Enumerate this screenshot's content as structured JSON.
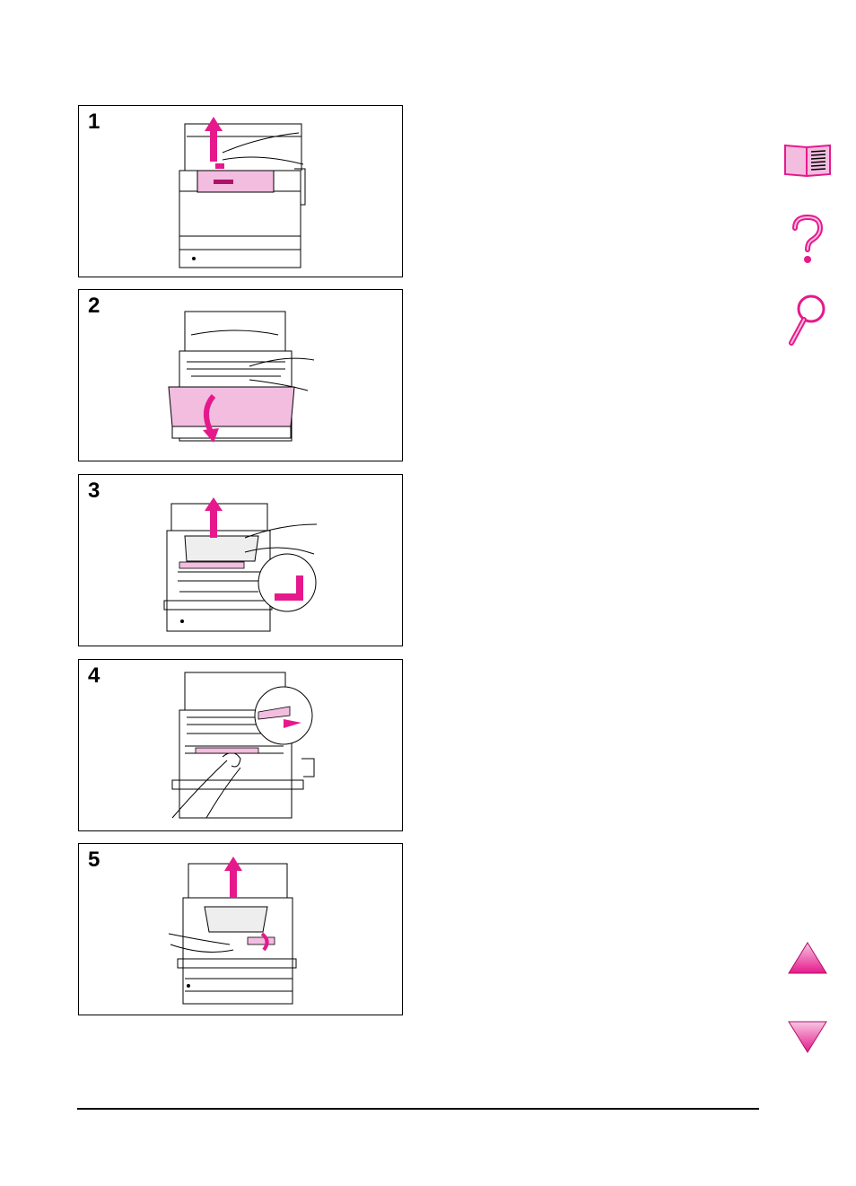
{
  "steps": [
    {
      "number": "1"
    },
    {
      "number": "2"
    },
    {
      "number": "3"
    },
    {
      "number": "4"
    },
    {
      "number": "5"
    }
  ],
  "nav": {
    "icons": [
      "book-icon",
      "help-icon",
      "search-icon",
      "previous-page-icon",
      "next-page-icon"
    ],
    "accent_color": "#e6198c"
  }
}
